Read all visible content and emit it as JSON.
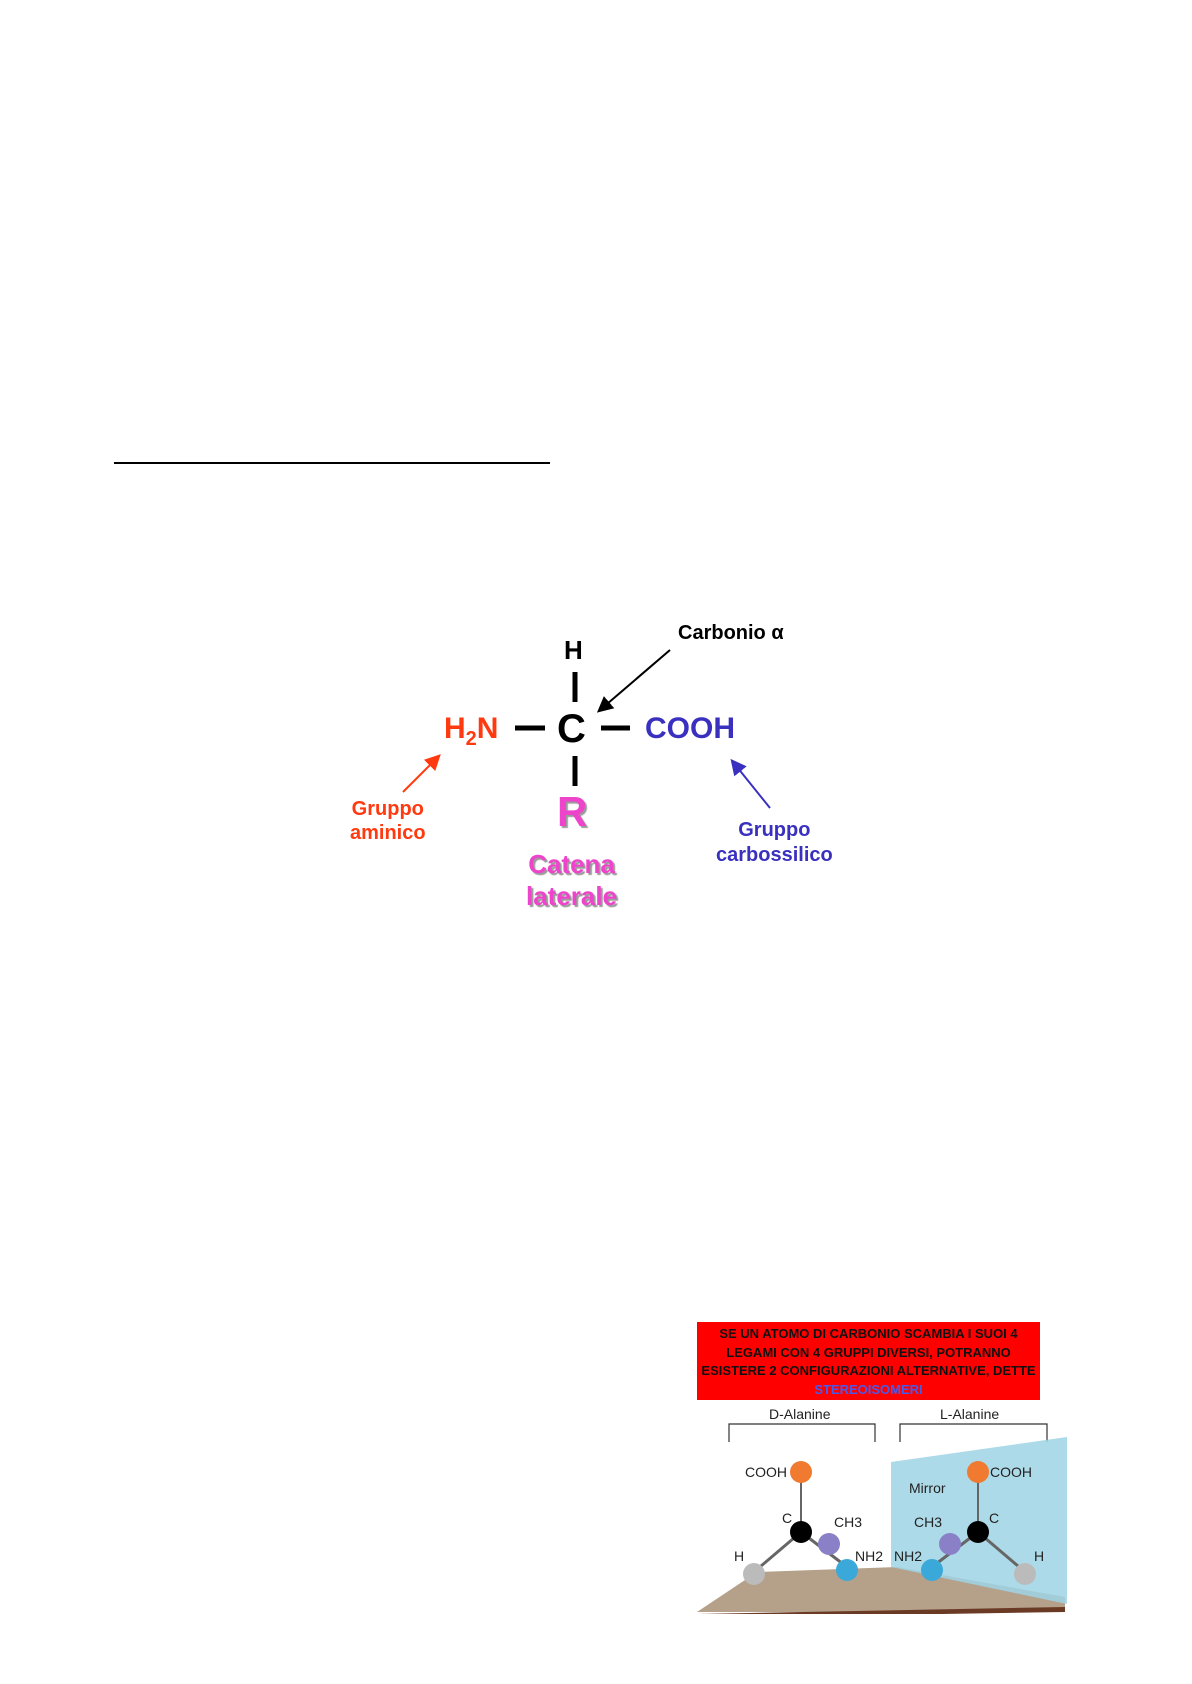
{
  "amino_acid_diagram": {
    "alpha_carbon_label": "Carbonio α",
    "hydrogen": "H",
    "carbon": "C",
    "amino_group_formula": "H",
    "amino_sub": "2",
    "amino_n": "N",
    "carboxyl_formula": "COOH",
    "side_chain_symbol": "R",
    "amino_caption": [
      "Gruppo",
      "aminico"
    ],
    "carboxyl_caption": [
      "Gruppo",
      "carbossilico"
    ],
    "side_chain_caption": [
      "Catena",
      "laterale"
    ],
    "colors": {
      "amino": "#ff3a10",
      "carboxyl": "#3a30c0",
      "side_chain": "#ee44cc"
    }
  },
  "stereoisomer_figure": {
    "banner_text": "SE UN ATOMO DI CARBONIO SCAMBIA I SUOI 4 LEGAMI CON 4 GRUPPI DIVERSI, POTRANNO ESISTERE 2 CONFIGURAZIONI ALTERNATIVE, DETTE",
    "banner_highlight": "STEREOISOMERI",
    "d_label": "D-Alanine",
    "l_label": "L-Alanine",
    "mirror_label": "Mirror",
    "atoms": {
      "cooh": "COOH",
      "c": "C",
      "ch3": "CH3",
      "nh2": "NH2",
      "h": "H"
    }
  }
}
